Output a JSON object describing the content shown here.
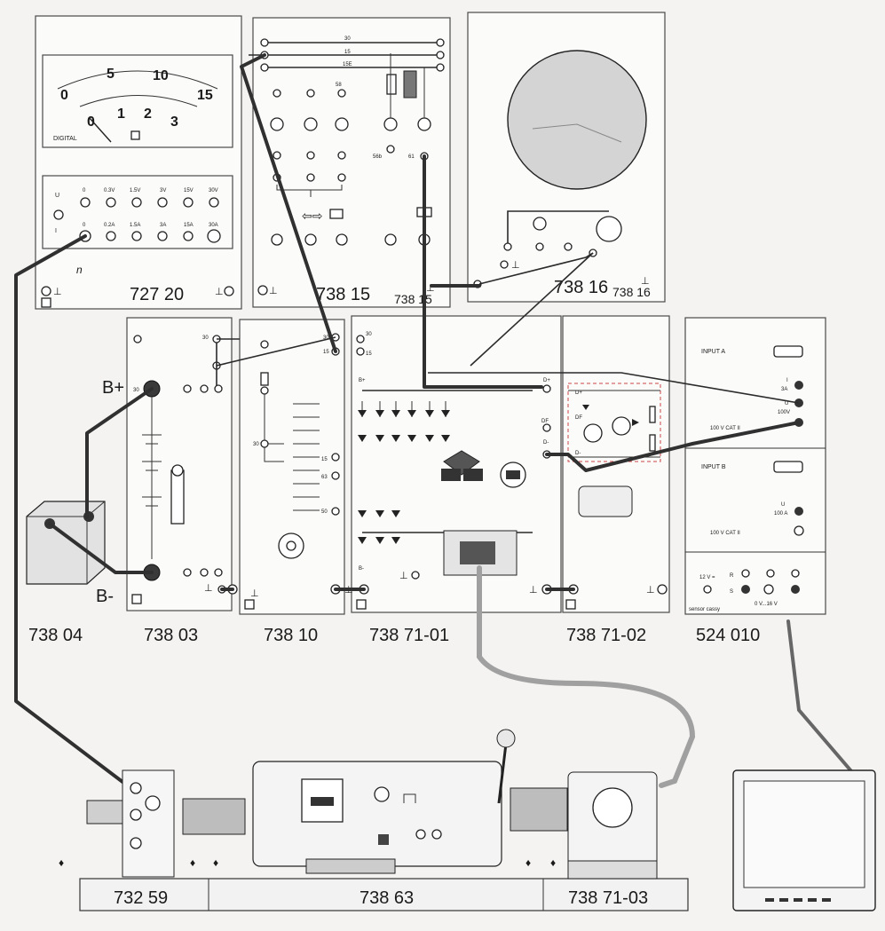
{
  "modules": {
    "m72720": "727 20",
    "m73815": "738 15",
    "m73815b": "738 15",
    "m73816": "738 16",
    "m73816b": "738 16",
    "m73804": "738 04",
    "m73803": "738 03",
    "m73810": "738 10",
    "m7387101": "738 71-01",
    "m7387102": "738 71-02",
    "m524010": "524 010",
    "m73259": "732 59",
    "m73863": "738 63",
    "m7387103": "738 71-03"
  },
  "meter": {
    "upper_scale": [
      "0",
      "5",
      "10",
      "15"
    ],
    "lower_scale": [
      "0",
      "1",
      "2",
      "3"
    ],
    "brand": "DIGITAL",
    "voltage_ranges": [
      "0",
      "0.3V",
      "1.5V",
      "3V",
      "15V",
      "30V"
    ],
    "current_ranges": [
      "0",
      "0.2A",
      "1.5A",
      "3A",
      "15A",
      "30A"
    ],
    "row_u": "U",
    "row_i": "I",
    "note": "n"
  },
  "terminals": {
    "t30": "30",
    "t15": "15",
    "t15e": "15E",
    "t30b": "30",
    "t15b": "15",
    "t30c": "30",
    "t30d": "30",
    "t15c": "15",
    "t30e": "30",
    "t15d": "15",
    "t30f": "30",
    "t15e2": "15",
    "t63": "63",
    "t50": "50",
    "t58": "58",
    "t56b": "56b",
    "t61": "61",
    "dplus": "D+",
    "df": "DF",
    "dminus": "D-",
    "bplus_small": "B+",
    "bminus_small": "B-",
    "pos_b": "B+",
    "neg_b": "B-",
    "df2": "DF",
    "d2": "D+",
    "d3": "D-",
    "gnd_sym": "⊥"
  },
  "cassy": {
    "input_a": "INPUT A",
    "input_b": "INPUT B",
    "i_range": "I",
    "i_value": "3A",
    "u_range": "U",
    "u_value": "100V",
    "cat_a": "100 V CAT II",
    "u_b": "U",
    "u_b_value": "100 A",
    "cat_b": "100 V CAT II",
    "supply": "12 V =",
    "r": "R",
    "s": "S",
    "range": "0 V...16 V",
    "brand": "sensor cassy"
  }
}
